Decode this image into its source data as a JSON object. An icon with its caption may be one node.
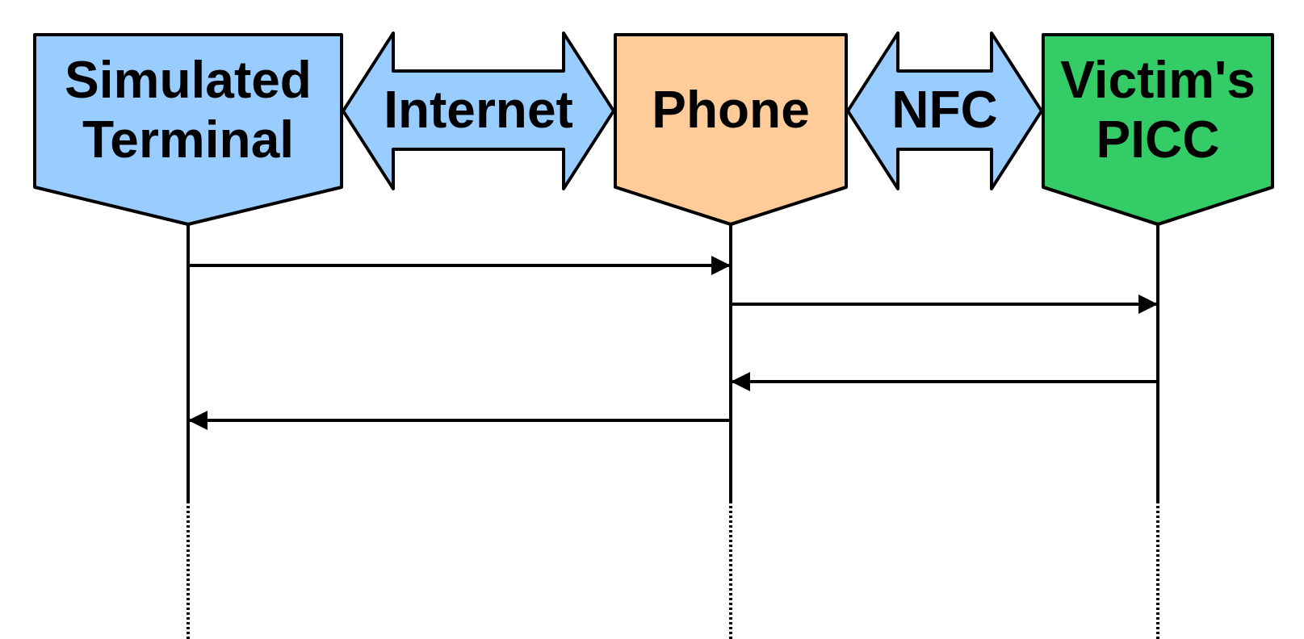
{
  "diagram": {
    "nodes": [
      {
        "text": [
          "Simulated Terminal"
        ]
      },
      {
        "text": [
          "Phone"
        ]
      },
      {
        "text": [
          "Victim's PICC"
        ]
      }
    ],
    "edges": [
      {
        "from": 0,
        "to": 1,
        "arrow": "both",
        "label": "Internet"
      },
      {
        "from": 1,
        "to": 2,
        "arrow": "both",
        "label": "NFC"
      },
      {
        "from": 0,
        "to": 1,
        "arrow": "to"
      },
      {
        "from": 1,
        "to": 2,
        "arrow": "to"
      },
      {
        "from": 2,
        "to": 1,
        "arrow": "to"
      },
      {
        "from": 1,
        "to": 0,
        "arrow": "to"
      }
    ]
  }
}
